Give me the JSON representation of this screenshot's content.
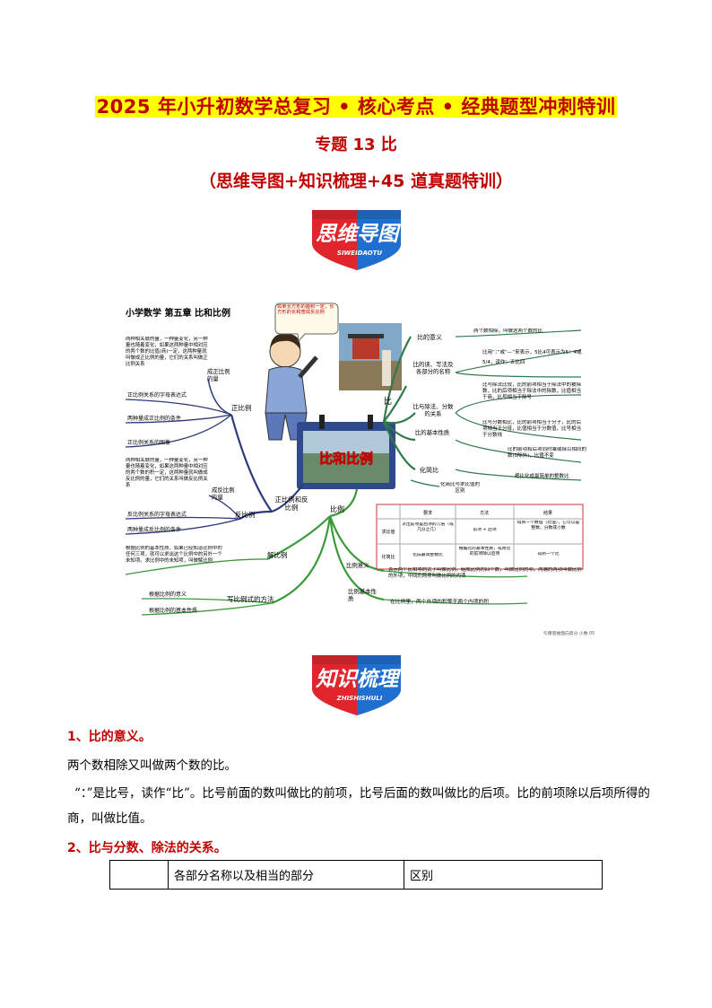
{
  "header": {
    "title": "2025 年小升初数学总复习 • 核心考点 • 经典题型冲刺特训",
    "subtitle": "专题 13  比",
    "subtitle2": "（思维导图+知识梳理+45 道真题特训）"
  },
  "badges": {
    "mindmap": {
      "main": "思维导图",
      "sub": "SIWEIDAOTU"
    },
    "knowledge": {
      "main": "知识梳理",
      "sub": "ZHISHISHULI"
    }
  },
  "mindmap": {
    "heading": "小学数学    第五章    比和比例",
    "center": "比和比例",
    "bubble": "如果长方形的面积一定，长方形的长和宽成反比例",
    "footer": "引爆思维面向高分    小数    05",
    "left": {
      "zhengbili": "正比例",
      "zhengbili_def_label": "成正比例的量",
      "zhengbili_def": "两种相关联的量，一种量变化，另一种量也随着变化，如果这两种量中相对应的两个数的比值(商)一定，这两种量就叫做成正比例的量，它们的关系叫做正比例关系",
      "zhengbili_items": [
        "正比例关系的字母表达式",
        "两种量成正比例的条件",
        "正比例关系的图像"
      ],
      "zfb": "正比例和反比例",
      "fanbili": "反比例",
      "fanbili_def_label": "成反比例的量",
      "fanbili_def": "两种相关联的量，一种量变化，另一种量也随着变化，如果这两种量中相对应的两个数的积一定，这两种量就叫做成反比例的量，它们的关系叫做反比例关系",
      "fanbili_items": [
        "反比例关系的字母表达式",
        "两种量成反比例的条件"
      ],
      "jiebili": "解比例",
      "jiebili_def": "根据比例的基本性质，如果已经知道比例中的任何三项，就可以求出这个比例中的另外一个未知项。求比例中的未知项，叫做解比例",
      "xiebili": "写比例式的方法",
      "xiebili_items": [
        "根据比例的意义",
        "根据比例的基本性质"
      ]
    },
    "right": {
      "bi": "比",
      "bili": "比例",
      "items": [
        {
          "label": "比的意义",
          "desc": "两个数相除，叫做这两个数的比"
        },
        {
          "label": "比的读、写法及各部分的名称",
          "desc": "比用“：”或“—”来表示，5比4可表示为5：4或5/4，读作：五比四"
        },
        {
          "label": "比与除法、分数的关系",
          "desc": "比与除法比较，比的前项相当于除法中的被除数，比的后项相当于除法中的除数，比值相当于商，比号相当于除号"
        },
        {
          "label": "比的基本性质",
          "desc": "比与分数相比，比的前项相当于分子，比的后项相当于分母，比值相当于分数值，比号相当于分数线"
        },
        {
          "label": "化简比",
          "desc": "比的前项和后项同时乘或除以相同的数(0除外)，比值不变"
        }
      ],
      "simplify": "把比化成最简单的整数比",
      "diff_label": "化简比与求比值的区别",
      "table_head": [
        "要求",
        "方法",
        "结果"
      ],
      "table_rows": [
        [
          "求比值",
          "求出前项是后项的几倍（或几分之几）",
          "前项 ÷ 后项",
          "得到一个数值（比值），它可以是整数、分数或小数"
        ],
        [
          "化简比",
          "化成最简整数比",
          "根据比的基本性质，或用比的前项除以后项",
          "得到一个比"
        ]
      ],
      "bili_yiyi": "比例意义",
      "bili_yiyi_desc": "表示两个比相等的式子叫做比例。组成比例的四个数，叫做比例的项。两端的两项叫做比例的外项，中间的两项叫做比例的内项",
      "bili_xingzhi": "比例基本性质",
      "bili_xingzhi_desc": "在比例里，两个外项的积等于两个内项的积"
    }
  },
  "section1": {
    "heading": "1、比的意义。",
    "p1": "两个数相除又叫做两个数的比。",
    "p2": "“：”是比号，读作“比”。比号前面的数叫做比的前项，比号后面的数叫做比的后项。比的前项除以后项所得的商，叫做比值。"
  },
  "section2": {
    "heading": "2、比与分数、除法的关系。",
    "table_head": [
      "",
      "各部分名称以及相当的部分",
      "区别"
    ]
  },
  "colors": {
    "title_red": "#c00000",
    "highlight": "#ffff00",
    "badge_red": "#e0262c",
    "badge_blue": "#1e6fd0",
    "mm_green": "#3a9a3a",
    "mm_navy": "#2b3a7a"
  }
}
